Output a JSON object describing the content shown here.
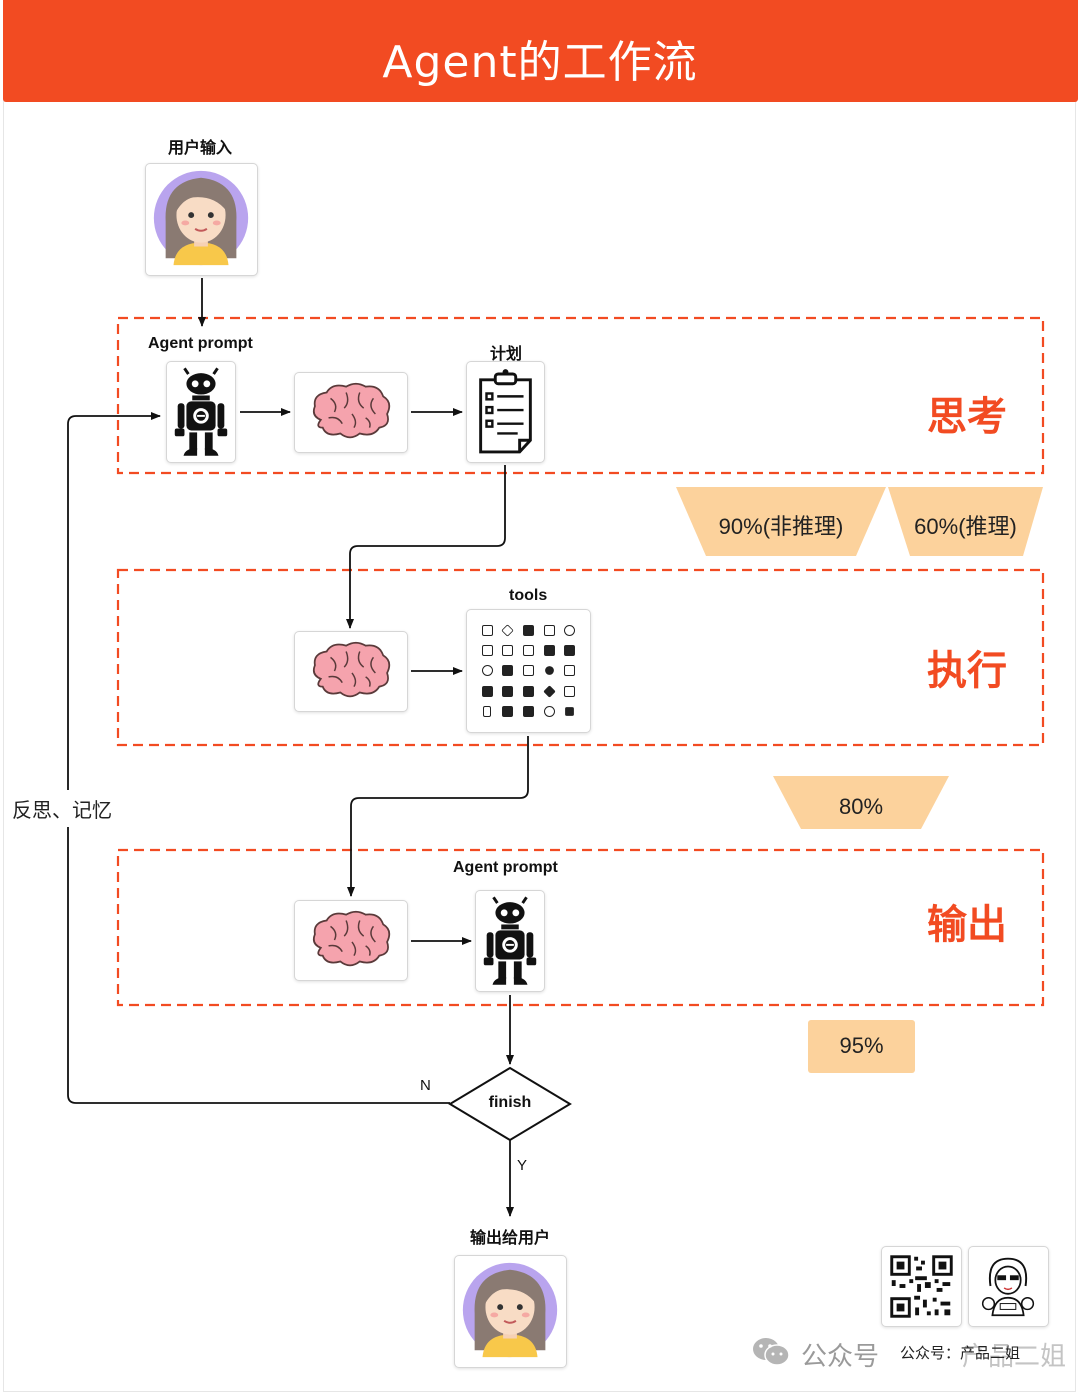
{
  "title": "Agent的工作流",
  "labels": {
    "user_input": "用户输入",
    "agent_prompt_top": "Agent prompt",
    "plan": "计划",
    "tools": "tools",
    "agent_prompt_bottom": "Agent prompt",
    "finish": "finish",
    "output_to_user": "输出给用户",
    "branch_no": "N",
    "branch_yes": "Y",
    "feedback": "反思、记忆"
  },
  "phases": {
    "think": "思考",
    "execute": "执行",
    "output": "输出"
  },
  "rates": {
    "non_reasoning": "90%(非推理)",
    "reasoning": "60%(推理)",
    "execute": "80%",
    "output": "95%"
  },
  "watermark": {
    "wechat": "公众号",
    "account": "公众号：产品二姐",
    "account_faded": "产品二姐"
  },
  "colors": {
    "accent": "#f24b22",
    "rate_fill": "#fcd29c",
    "line": "#111111"
  },
  "icons": [
    "user-avatar-icon",
    "robot-icon",
    "brain-icon",
    "clipboard-plan-icon",
    "tools-grid-icon",
    "qr-code-icon",
    "cartoon-avatar-icon",
    "wechat-icon"
  ]
}
